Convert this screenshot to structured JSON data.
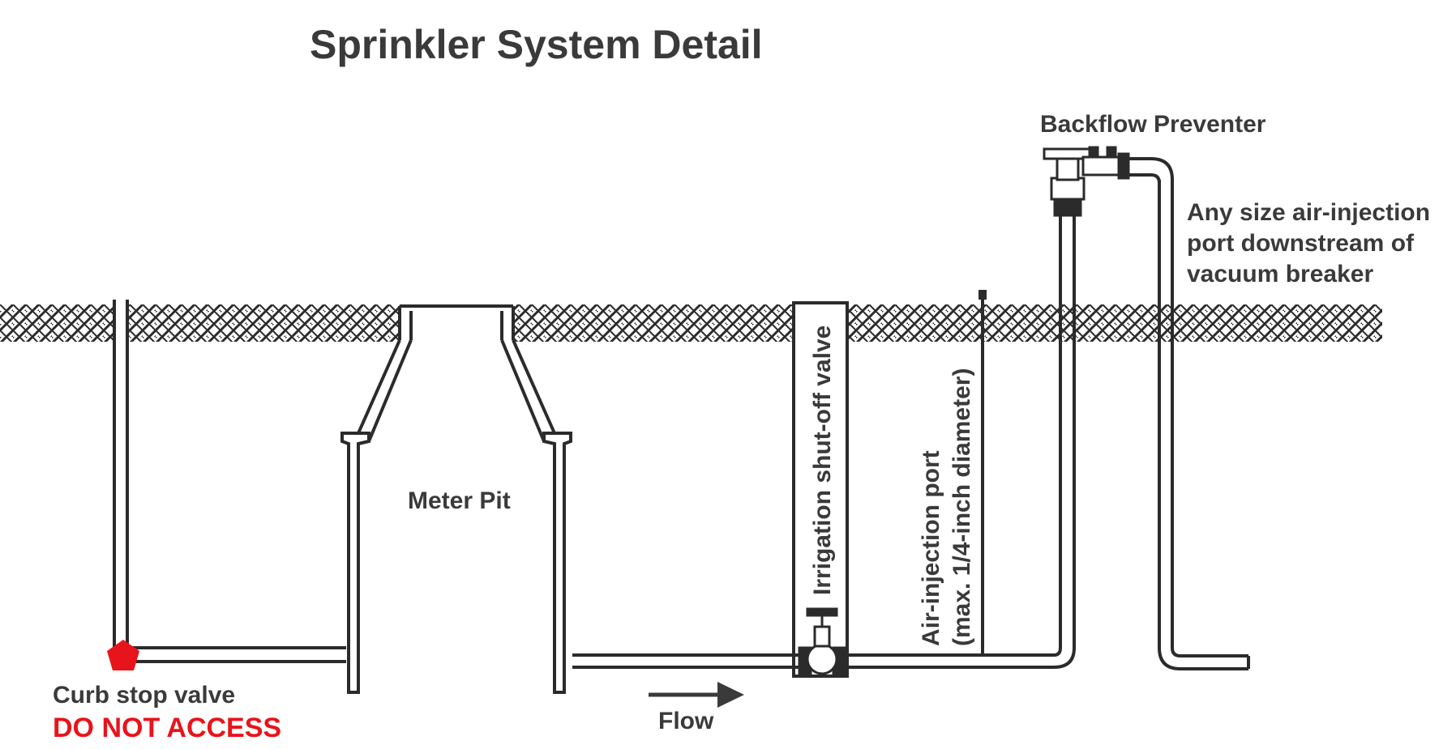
{
  "title": "Sprinkler System Detail",
  "labels": {
    "backflow_preventer": "Backflow Preventer",
    "air_injection_note": [
      "Any size air-injection",
      "port downstream of",
      "vacuum breaker"
    ],
    "meter_pit": "Meter Pit",
    "irrigation_valve": "Irrigation shut-off valve",
    "air_injection_port": [
      "Air-injection port",
      "(max. 1/4-inch diameter)"
    ],
    "curb_stop_valve": "Curb stop valve",
    "do_not_access": "DO NOT ACCESS",
    "flow": "Flow"
  },
  "colors": {
    "line": "#2b2b2b",
    "text": "#3a3a3a",
    "warning": "#e8141b",
    "valve_marker": "#e8141b"
  }
}
